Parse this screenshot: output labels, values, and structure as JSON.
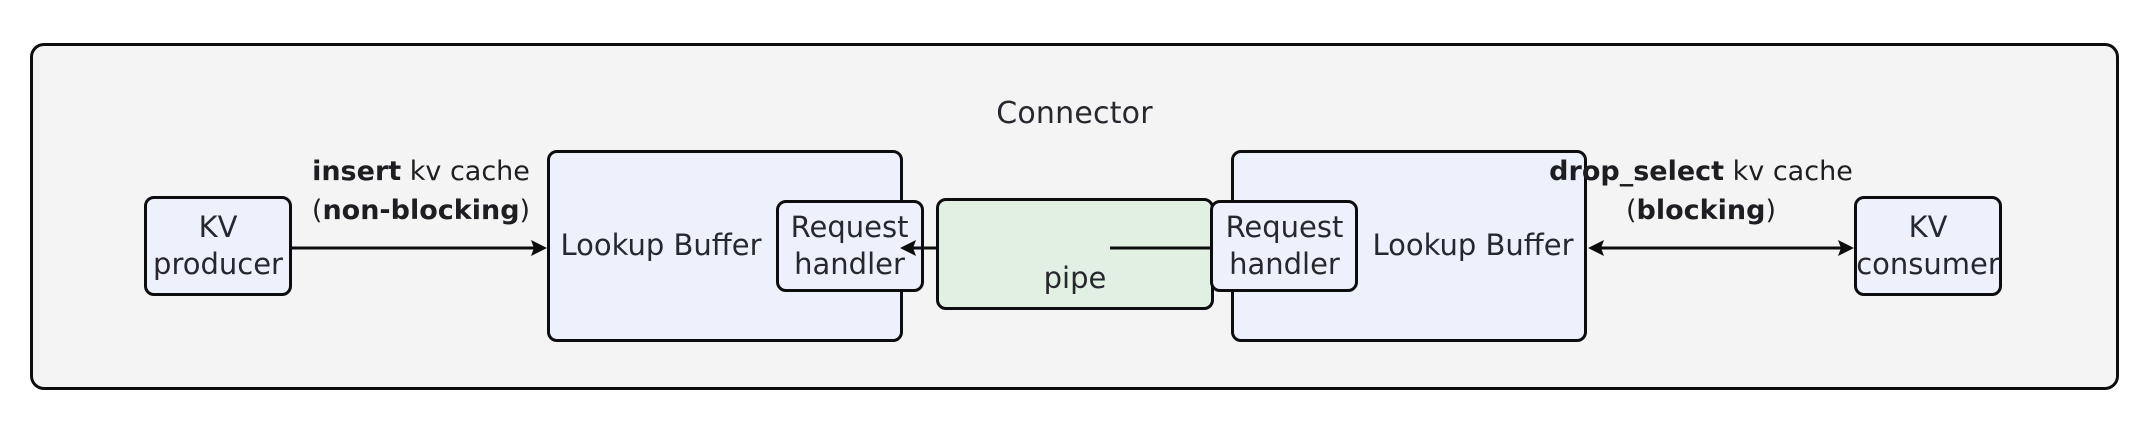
{
  "diagram": {
    "title": "Connector",
    "container": {
      "label": "Connector",
      "fill": "#f4f4f4",
      "stroke": "#0d0d10"
    },
    "palette": {
      "node_blue": "#edf1fc",
      "node_green": "#e1f0e2",
      "stroke": "#0d0d10",
      "text": "#27272e",
      "background": "#ffffff"
    },
    "nodes": {
      "kv_producer": {
        "line1": "KV",
        "line2": "producer"
      },
      "kv_consumer": {
        "line1": "KV",
        "line2": "consumer"
      },
      "lookup_left": {
        "label_line1": "Lookup",
        "label_line2": "Buffer",
        "handler_line1": "Request",
        "handler_line2": "handler"
      },
      "lookup_right": {
        "label_line1": "Lookup",
        "label_line2": "Buffer",
        "handler_line1": "Request",
        "handler_line2": "handler"
      },
      "pipe": {
        "label": "pipe"
      }
    },
    "edges": {
      "insert": {
        "line1_bold": "insert",
        "line1_rest": " kv cache",
        "line2_open": "(",
        "line2_bold": "non-blocking",
        "line2_close": ")",
        "direction": "right"
      },
      "drop_select": {
        "line1_bold": "drop_select",
        "line1_rest": " kv cache",
        "line2_open": "(",
        "line2_bold": "blocking",
        "line2_close": ")",
        "direction": "bidirectional"
      },
      "pipe_to_left": {
        "direction": "left"
      },
      "pipe_to_right": {
        "direction": "right"
      }
    }
  }
}
